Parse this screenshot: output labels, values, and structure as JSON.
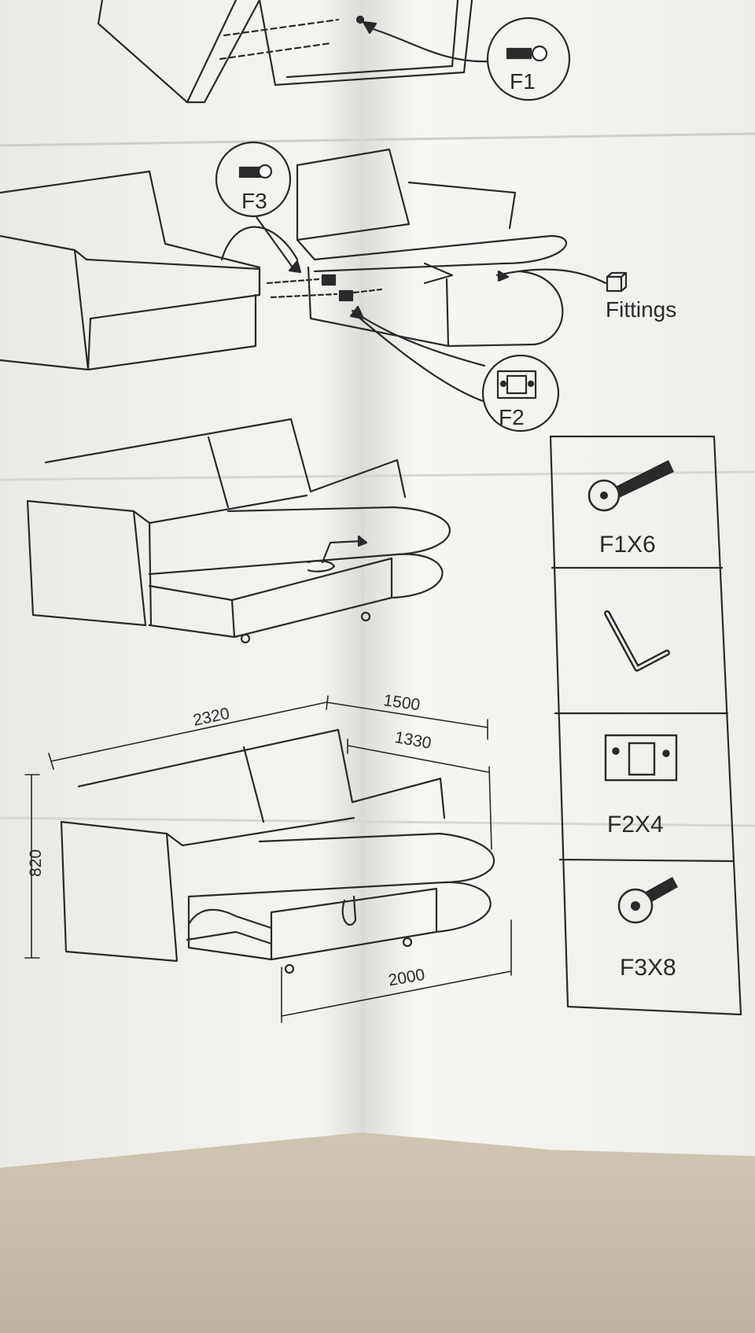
{
  "callouts": {
    "f1": "F1",
    "f2": "F2",
    "f3": "F3",
    "fittings": "Fittings"
  },
  "dimensions": {
    "total_length": "2320",
    "chaise_depth": "1500",
    "inner_depth": "1330",
    "height": "820",
    "bed_length": "2000"
  },
  "parts_list": [
    {
      "label": "F1X6",
      "icon": "bolt-icon"
    },
    {
      "label": "",
      "icon": "allen-key-icon"
    },
    {
      "label": "F2X4",
      "icon": "bracket-icon"
    },
    {
      "label": "F3X8",
      "icon": "bolt-icon"
    }
  ],
  "colors": {
    "paper": "#f2f2f0",
    "ink": "#2a2a2a",
    "carpet": "#c9bfae"
  }
}
